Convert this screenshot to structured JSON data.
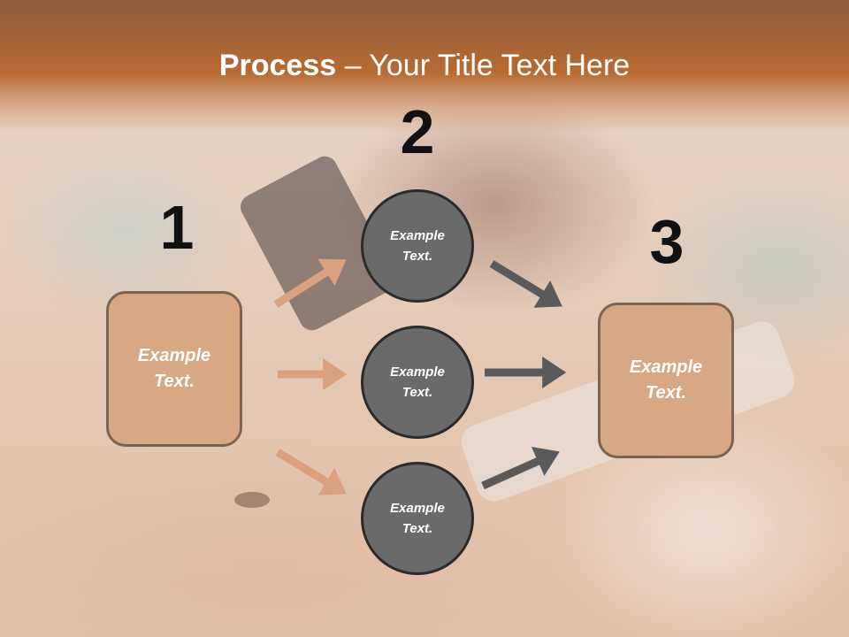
{
  "title": {
    "bold": "Process",
    "rest": " – Your Title Text Here"
  },
  "steps": [
    {
      "number": "1",
      "label": "Example Text."
    },
    {
      "number": "2",
      "labels": [
        "Example Text.",
        "Example Text.",
        "Example Text."
      ]
    },
    {
      "number": "3",
      "label": "Example Text."
    }
  ],
  "colors": {
    "header": "#b86a32",
    "box_fill": "#d8a784",
    "box_border": "#7d6352",
    "circle_fill": "#6a6a6a",
    "circle_border": "#2b2b2b",
    "arrow_tan": "#d9a17d",
    "arrow_gray": "#5a5a5a"
  }
}
